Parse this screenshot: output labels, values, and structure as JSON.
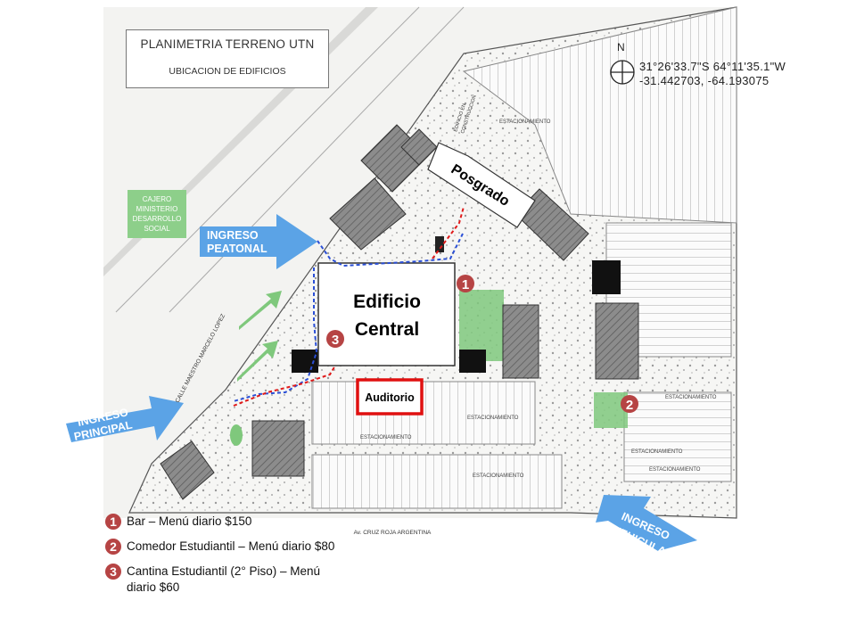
{
  "map": {
    "title": "PLANIMETRIA TERRENO UTN",
    "subtitle": "UBICACION DE EDIFICIOS",
    "compass_label": "N",
    "coords_dms": "31°26'33.7\"S 64°11'35.1\"W",
    "coords_decimal": "-31.442703, -64.193075"
  },
  "buildings": {
    "central_line1": "Edificio",
    "central_line2": "Central",
    "posgrado": "Posgrado",
    "auditorio": "Auditorio",
    "cajero_line1": "CAJERO",
    "cajero_line2": "MINISTERIO",
    "cajero_line3": "DESARROLLO",
    "cajero_line4": "SOCIAL",
    "en_construccion_1": "EDIFICIO EN",
    "en_construccion_2": "CONSTRUCCION"
  },
  "entrances": {
    "peatonal_line1": "INGRESO",
    "peatonal_line2": "PEATONAL",
    "principal_line1": "INGRESO",
    "principal_line2": "PRINCIPAL",
    "vehicular_line1": "INGRESO",
    "vehicular_line2": "VEHICULAR"
  },
  "streets": {
    "calle": "CALLE MAESTRO MARCELO LOPEZ",
    "avenida": "Av. CRUZ ROJA ARGENTINA"
  },
  "parking": {
    "label": "ESTACIONAMIENTO"
  },
  "markers": [
    {
      "number": "1",
      "text": "Bar – Menú diario $150"
    },
    {
      "number": "2",
      "text": "Comedor  Estudiantil  – Menú diario $80"
    },
    {
      "number": "3",
      "text": "Cantina Estudiantil  (2° Piso) – Menú diario $60"
    }
  ],
  "colors": {
    "marker": "#b64444",
    "arrow": "#5ba3e6",
    "green_zone": "#8dcf8a",
    "auditorio_border": "#e01010",
    "path_blue": "#2a4fd6",
    "path_red": "#e01a1a"
  }
}
